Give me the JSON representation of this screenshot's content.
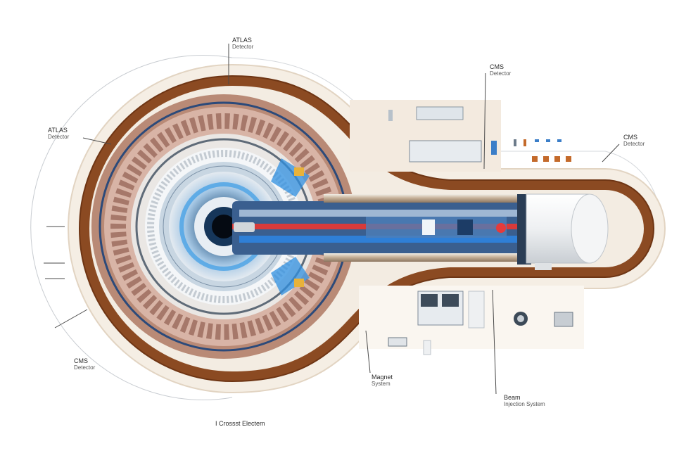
{
  "labels": {
    "atlas_top": {
      "line1": "ATLAS",
      "line2": "Detector"
    },
    "atlas_left": {
      "line1": "ATLAS",
      "line2": "Detector"
    },
    "cms_top": {
      "line1": "CMS",
      "line2": "Detector"
    },
    "cms_right": {
      "line1": "CMS",
      "line2": "Detector"
    },
    "cms_bottom": {
      "line1": "CMS",
      "line2": "Detector"
    },
    "magnet": {
      "line1": "Magnet",
      "line2": "System"
    },
    "beam": {
      "line1": "Beam",
      "line2": "Injection System"
    },
    "caption": "I Crossst Electem"
  },
  "colors": {
    "ring_brown": "#8b4a22",
    "ring_cream": "#f4ece2",
    "copper": "#c9a48f",
    "beam_blue": "#2f7fd6",
    "beam_red": "#d83a3a",
    "steel": "#b8bfc6"
  }
}
